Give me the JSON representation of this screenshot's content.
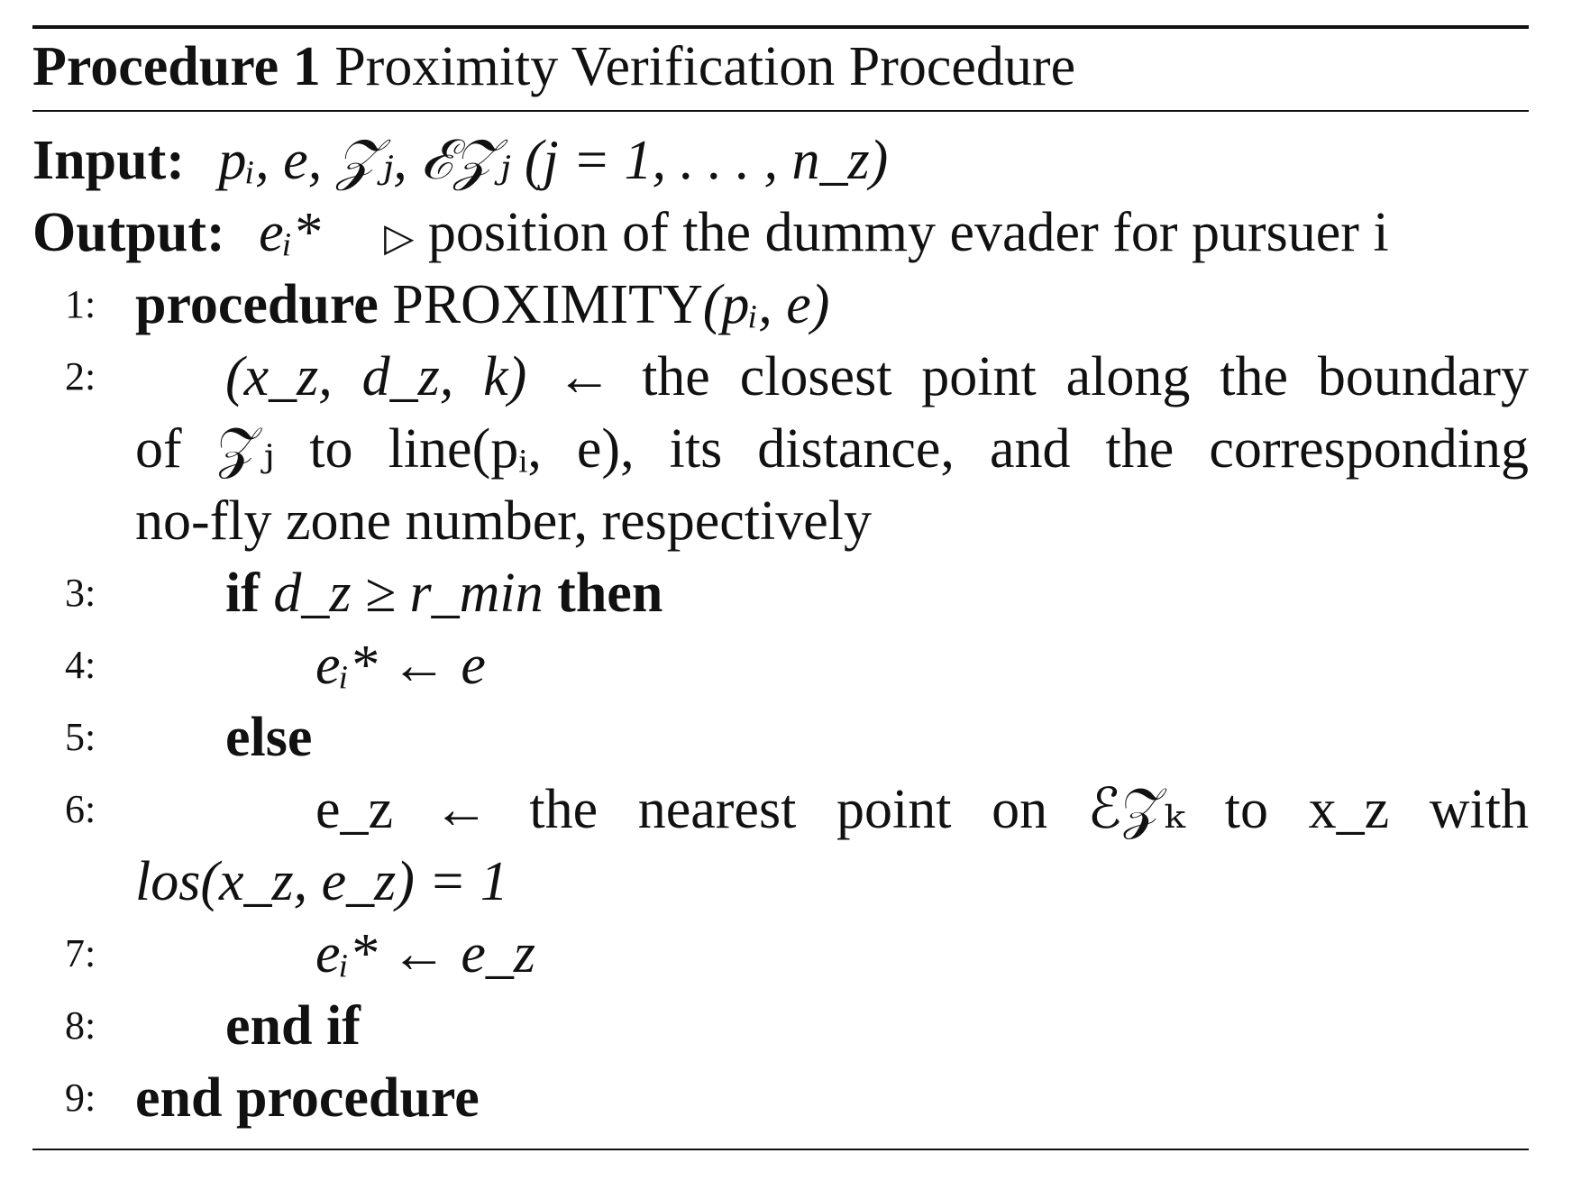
{
  "caption": {
    "label": "Procedure 1",
    "title": "Proximity Verification Procedure"
  },
  "input": {
    "label": "Input:",
    "value": "pᵢ, e, 𝒵ⱼ, ℰ𝒵ⱼ (j = 1, . . . , n_z)"
  },
  "output": {
    "label": "Output:",
    "value": "eᵢ*",
    "comment": "position of the dummy evader for pursuer i"
  },
  "lines": [
    {
      "num": "1:",
      "kw": "procedure",
      "name": "PROXIMITY",
      "args": "(pᵢ, e)"
    },
    {
      "num": "2:",
      "lhs": "(x_z, d_z, k) ←",
      "text1": "the closest point along the boundary",
      "text2": "of 𝒵ⱼ to line(pᵢ, e), its distance, and the corresponding",
      "text3": "no-fly zone number, respectively"
    },
    {
      "num": "3:",
      "kw": "if",
      "cond": "d_z ≥ r_min",
      "kw2": "then"
    },
    {
      "num": "4:",
      "expr": "eᵢ* ← e"
    },
    {
      "num": "5:",
      "kw": "else"
    },
    {
      "num": "6:",
      "text1": "e_z ← the nearest point on ℰ𝒵ₖ to x_z with",
      "text2": "los(x_z, e_z) = 1"
    },
    {
      "num": "7:",
      "expr": "eᵢ* ← e_z"
    },
    {
      "num": "8:",
      "kw": "end if"
    },
    {
      "num": "9:",
      "kw": "end procedure"
    }
  ]
}
